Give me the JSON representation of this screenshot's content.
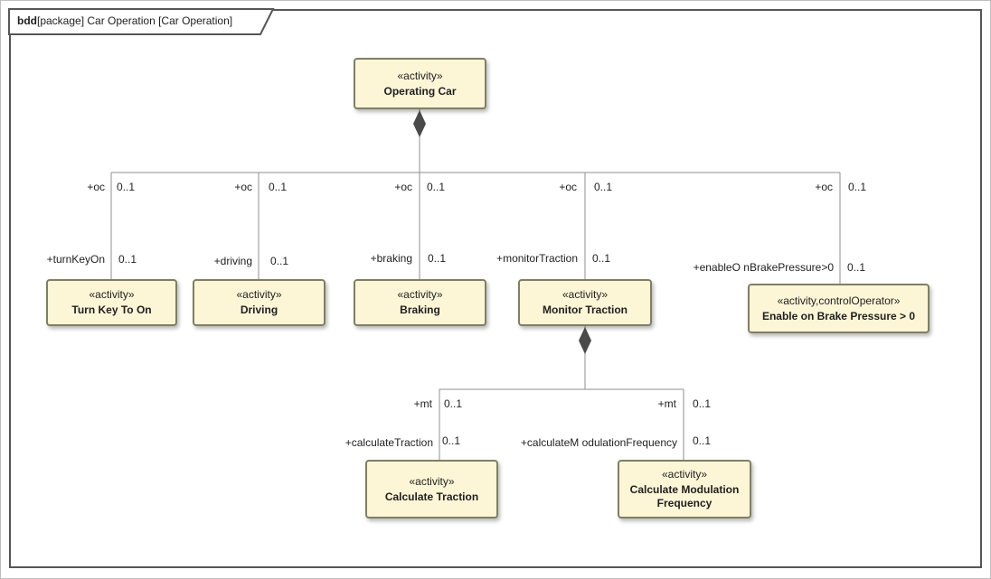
{
  "frame": {
    "title_bold": "bdd",
    "title_rest": "[package] Car Operation [Car Operation]"
  },
  "colors": {
    "node_fill": "#FCF5D6",
    "node_border": "#7F7F64",
    "connector": "#8F8F8F",
    "diamond": "#4A4A4A",
    "frame_border": "#565656",
    "text": "#1F1F1F"
  },
  "nodes": [
    {
      "stereotype": "«activity»",
      "name": "Operating Car"
    },
    {
      "stereotype": "«activity»",
      "name": "Turn Key To On"
    },
    {
      "stereotype": "«activity»",
      "name": "Driving"
    },
    {
      "stereotype": "«activity»",
      "name": "Braking"
    },
    {
      "stereotype": "«activity»",
      "name": "Monitor Traction"
    },
    {
      "stereotype": "«activity,controlOperator»",
      "name": "Enable on Brake Pressure > 0"
    },
    {
      "stereotype": "«activity»",
      "name": "Calculate Traction"
    },
    {
      "stereotype": "«activity»",
      "name": "Calculate Modulation Frequency"
    }
  ],
  "edge_labels": {
    "oc": "+oc",
    "mult": "0..1",
    "mt": "+mt",
    "turnKeyOn": "+turnKeyOn",
    "driving": "+driving",
    "braking": "+braking",
    "monitorTraction": "+monitorTraction",
    "enableOnBrakePressure": "+enableO nBrakePressure>0",
    "calculateTraction": "+calculateTraction",
    "calculateModulationFrequency": "+calculateM odulationFrequency"
  }
}
